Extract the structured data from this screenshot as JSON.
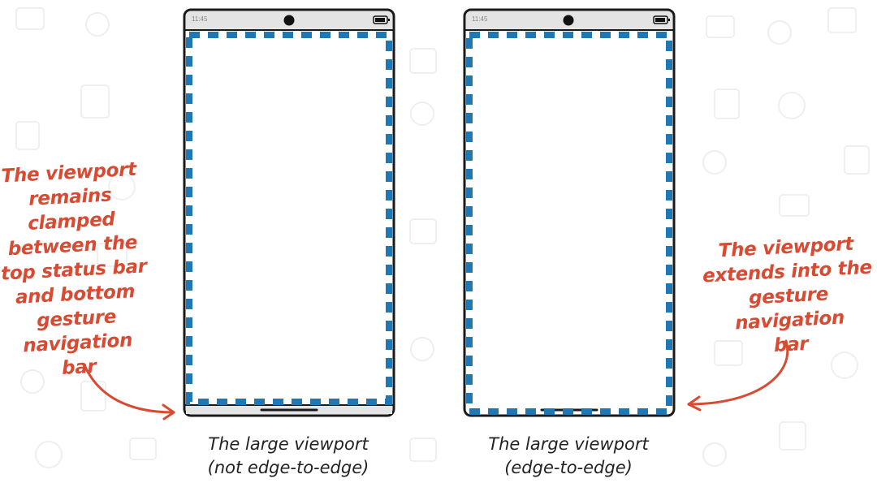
{
  "colors": {
    "annotation": "#d94a33",
    "viewport_dash": "#1f77b4",
    "phone_outline": "#1a1a1a",
    "status_bar": "#e4e4e4",
    "caption": "#222222"
  },
  "phones": [
    {
      "id": "not-edge-to-edge",
      "status_time": "11:45",
      "caption_line1": "The large viewport",
      "caption_line2": "(not edge-to-edge)"
    },
    {
      "id": "edge-to-edge",
      "status_time": "11:45",
      "caption_line1": "The large viewport",
      "caption_line2": "(edge-to-edge)"
    }
  ],
  "annotations": {
    "left": "The viewport\nremains\nclamped\nbetween the\ntop status bar\nand bottom\ngesture\nnavigation bar",
    "right": "The viewport\nextends into the\ngesture navigation\nbar"
  },
  "icons": {
    "camera": "camera-dot-icon",
    "battery": "battery-icon",
    "arrow": "curved-arrow-icon",
    "background": "doodle-pattern-icon"
  }
}
